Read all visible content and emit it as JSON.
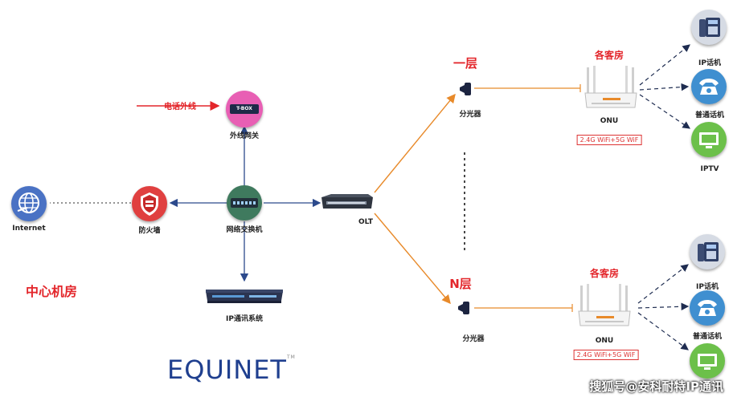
{
  "labels": {
    "phone_line": "电话外线",
    "tbox": "T-BOX",
    "external_gateway": "外线网关",
    "internet": "Internet",
    "firewall": "防火墙",
    "network_switch": "网络交换机",
    "olt": "OLT",
    "ip_system": "IP通讯系统",
    "center_room": "中心机房",
    "floor_1": "一层",
    "floor_n": "N层",
    "splitter": "分光器",
    "guest_rooms": "各客房",
    "onu": "ONU",
    "wifi": "2.4G WiFi+5G WiF",
    "ip_phone": "IP话机",
    "regular_phone": "普通话机",
    "iptv": "IPTV"
  },
  "logo": {
    "text": "EQUINET",
    "tm": "TM"
  },
  "watermark": "搜狐号@安科耐特IP通讯",
  "colors": {
    "red": "#e3262b",
    "navy": "#1f3f8f",
    "orange": "#e88a2a",
    "blue_link": "#2c4a8c"
  }
}
